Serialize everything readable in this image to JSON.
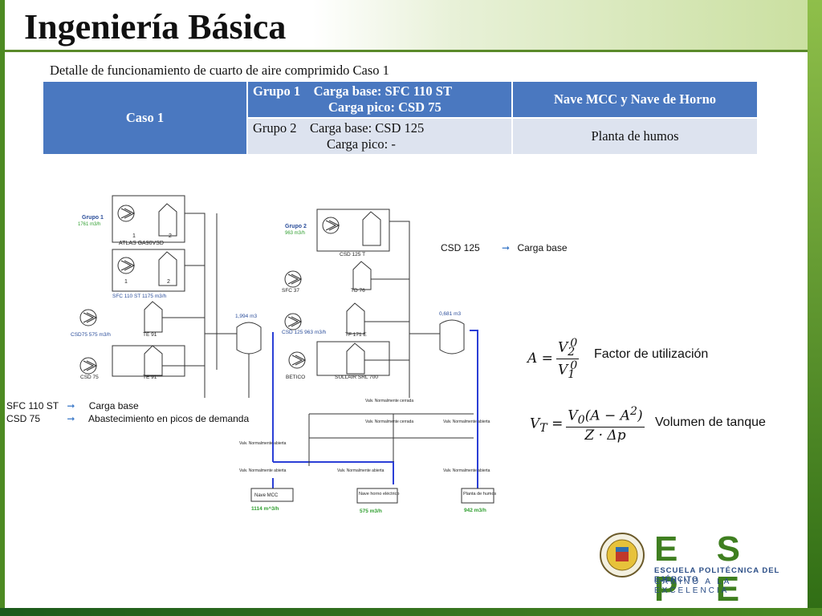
{
  "title": "Ingeniería Básica",
  "subtitle": "Detalle de funcionamiento de cuarto de aire comprimido Caso 1",
  "table": {
    "case_label": "Caso 1",
    "row1_group": "Grupo 1",
    "row1_base": "Carga base: SFC 110 ST",
    "row1_peak": "Carga pico: CSD 75",
    "row1_dest": "Nave MCC y Nave de Horno",
    "row2_group": "Grupo 2",
    "row2_base": "Carga base: CSD 125",
    "row2_peak": "Carga pico: -",
    "row2_dest": "Planta de humos"
  },
  "diagram": {
    "group1_label": "Grupo 1",
    "group1_flow": "1761 m3/h",
    "atlas": "ATLAS GA90VSD",
    "sfc110": "SFC 110 ST 1175 m3/h",
    "csd75_flow": "CSD75 575 m3/h",
    "csd75": "CSD 75",
    "te91a": "TE 91",
    "te91b": "TE 91",
    "tank1_vol": "1,994 m3",
    "group2_label": "Grupo 2",
    "group2_flow": "963 m3/h",
    "csd125t": "CSD 125 T",
    "sfc37": "SFC 37",
    "td76": "TD 76",
    "csd125_flow": "CSD 125 963 m3/h",
    "tf171e": "TF 171 E",
    "betico": "BETICO",
    "sullair": "SULLAIR SRL 700",
    "tank2_vol": "0,681 m3",
    "valve_closed": "Valv. Normalmente cerrada",
    "valve_open": "Valv. Normalmente abierta",
    "nave_mcc": "Nave MCC",
    "nave_mcc_flow": "1114 m^3/h",
    "nave_horno": "Nave horno eléctrico",
    "nave_horno_flow": "575 m3/h",
    "planta_humos": "Planta de humos",
    "planta_humos_flow": "942 m3/h"
  },
  "legend_right": {
    "name": "CSD 125",
    "desc": "Carga base"
  },
  "legend_left": [
    {
      "name": "SFC 110 ST",
      "desc": "Carga base"
    },
    {
      "name": "CSD 75",
      "desc": "Abastecimiento en picos de demanda"
    }
  ],
  "formula1_desc": "Factor de utilización",
  "formula2_desc": "Volumen de tanque",
  "logo": {
    "name": "E S P E",
    "line1": "ESCUELA POLITÉCNICA DEL EJÉRCITO",
    "line2": "CAMINO A LA EXCELENCIA"
  },
  "colors": {
    "header_blue": "#4a78c0",
    "light_cell": "#dde3ef",
    "pipe_blue": "#2b3fd6",
    "flow_green": "#2e9e2e",
    "label_blue": "#2a4d9a"
  }
}
